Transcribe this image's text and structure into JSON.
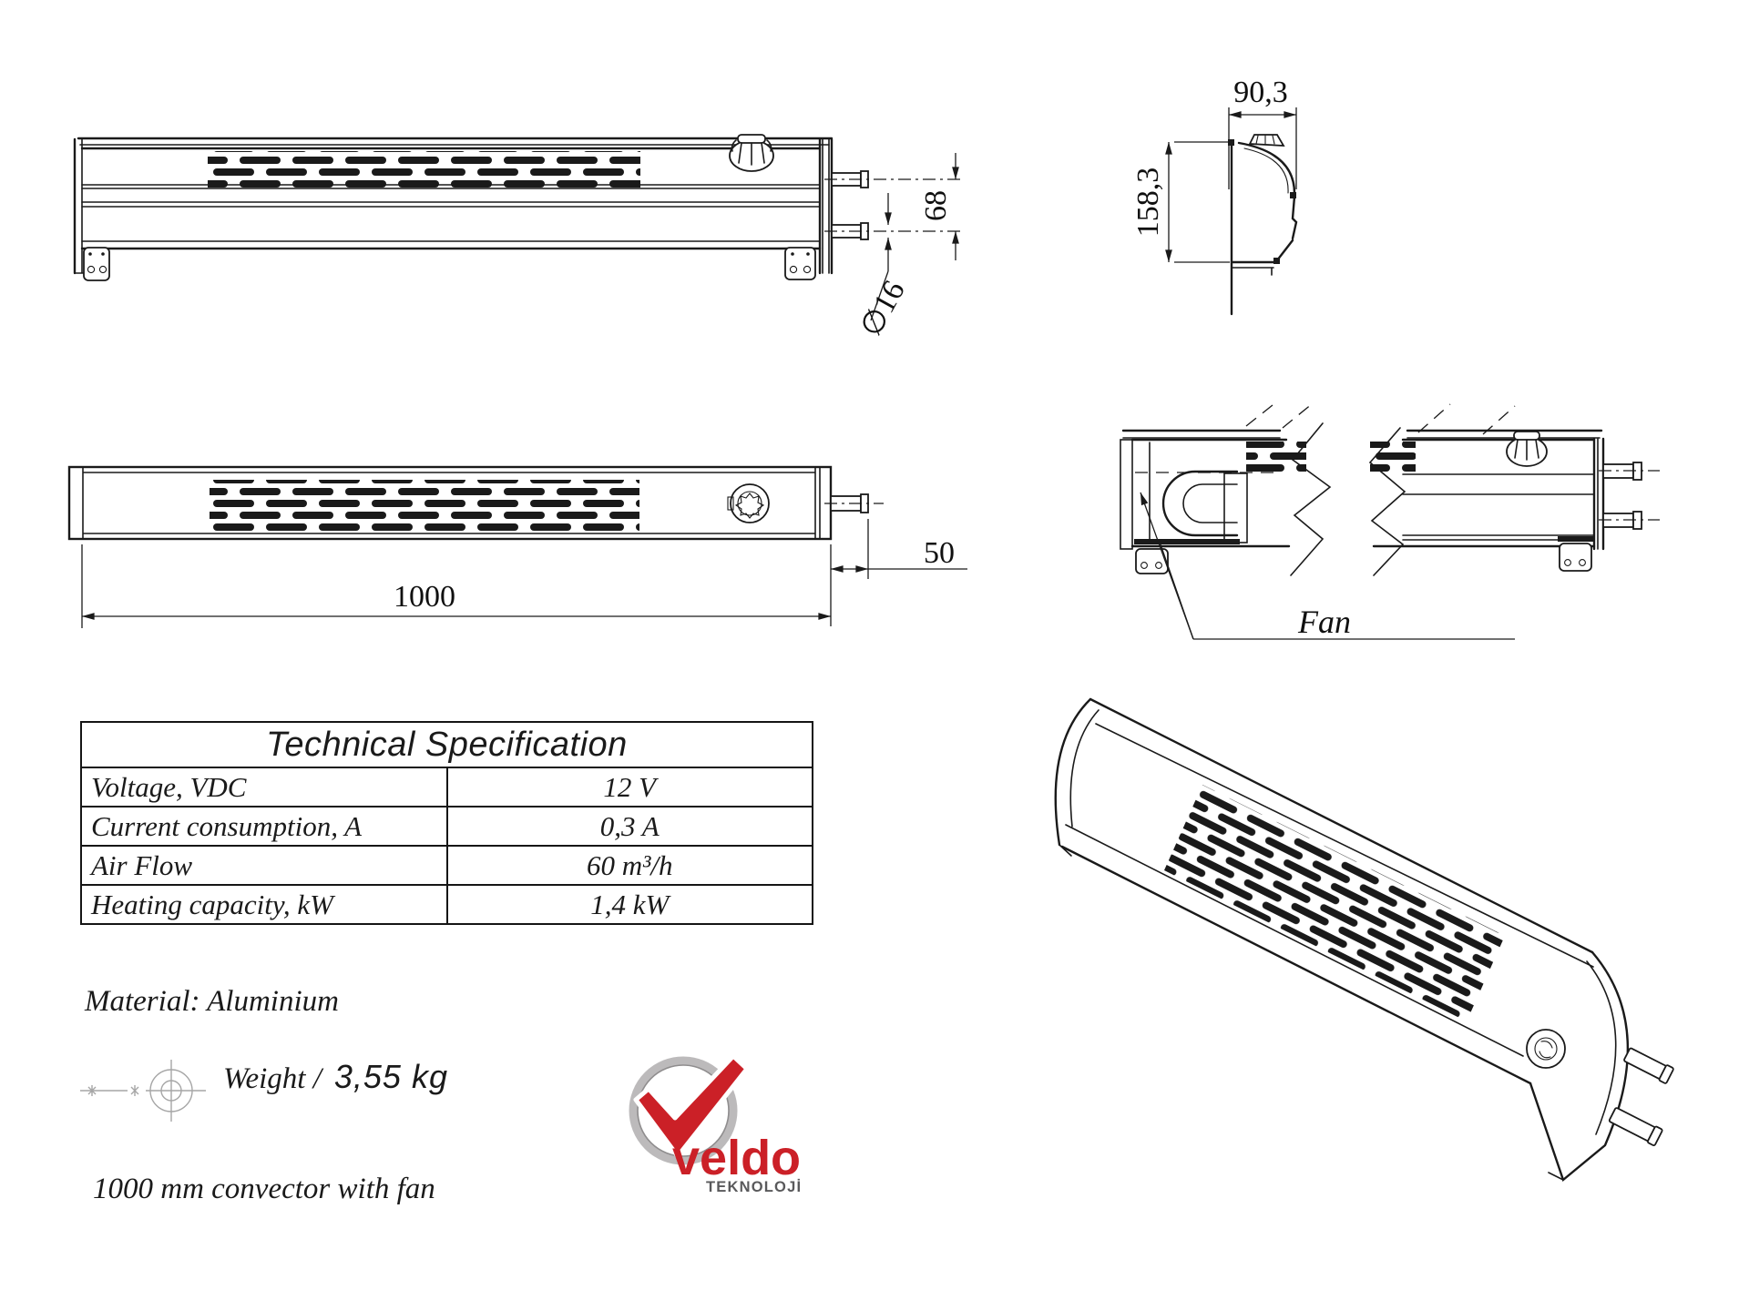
{
  "colors": {
    "line": "#1a1a1a",
    "accent_red": "#cb2027",
    "logo_gray": "#bcbabb",
    "logo_gray_dark": "#8f8d8e",
    "subtitle_gray": "#59595b",
    "datum_gray": "#a6a6a6"
  },
  "drawing": {
    "side_view": {
      "dim_pipe_spacing": "68",
      "dim_pipe_diameter": "∅16"
    },
    "end_view": {
      "dim_depth": "90,3",
      "dim_height": "158,3"
    },
    "top_view": {
      "dim_length": "1000",
      "dim_pipe_protrusion": "50"
    },
    "section_view": {
      "fan_label": "Fan"
    }
  },
  "spec_table": {
    "title": "Technical Specification",
    "rows": [
      {
        "label": "Voltage, VDC",
        "value": "12 V"
      },
      {
        "label": "Current consumption, A",
        "value": "0,3 A"
      },
      {
        "label": "Air Flow",
        "value": "60 m³/h"
      },
      {
        "label": "Heating capacity, kW",
        "value": "1,4 kW"
      }
    ]
  },
  "notes": {
    "material": "Material: Aluminium",
    "weight_label": "Weight /",
    "weight_value": "3,55 kg",
    "caption": "1000 mm convector with fan"
  },
  "logo": {
    "brand": "veldo",
    "subtitle": "TEKNOLOJİ"
  }
}
